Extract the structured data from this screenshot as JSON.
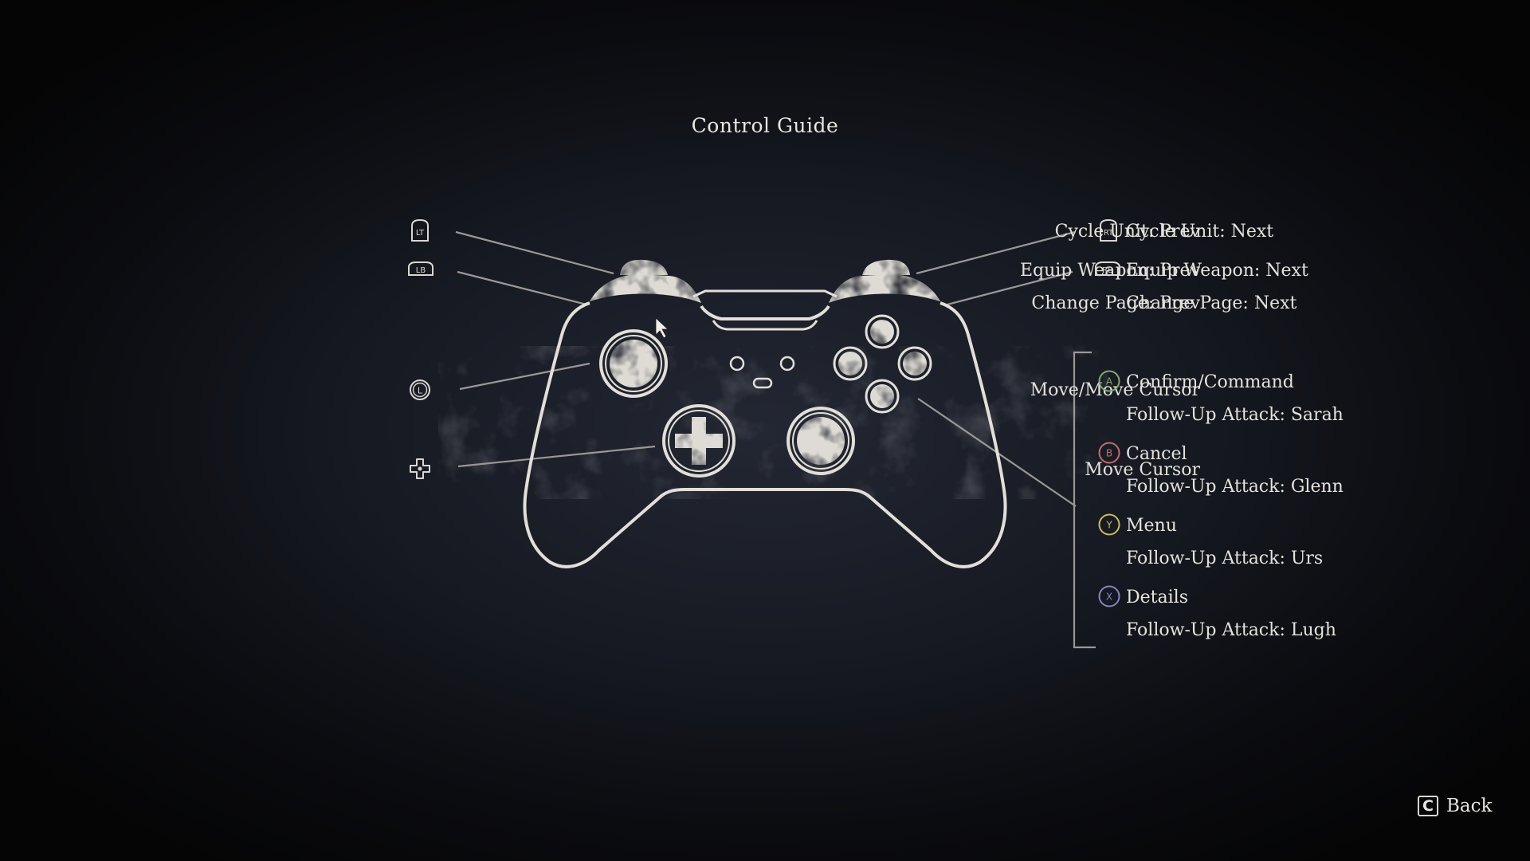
{
  "screen": {
    "title": "Control Guide"
  },
  "left_labels": {
    "lt": "Cycle Unit: Prev",
    "lb": "Equip Weapon: Prev",
    "lb2": "Change Page: Prev",
    "ls": "Move/Move Cursor",
    "dpad": "Move Cursor"
  },
  "right_labels": {
    "rt": "Cycle Unit: Next",
    "rb": "Equip Weapon: Next",
    "rb2": "Change Page: Next"
  },
  "face_buttons": [
    {
      "glyph": "A",
      "action": "Confirm/Command",
      "follow_up": "Follow-Up Attack: Sarah",
      "color": "#7fae6e"
    },
    {
      "glyph": "B",
      "action": "Cancel",
      "follow_up": "Follow-Up Attack: Glenn",
      "color": "#c26c68"
    },
    {
      "glyph": "Y",
      "action": "Menu",
      "follow_up": "Follow-Up Attack: Urs",
      "color": "#c9bd5e"
    },
    {
      "glyph": "X",
      "action": "Details",
      "follow_up": "Follow-Up Attack: Lugh",
      "color": "#7f88c2"
    }
  ],
  "glyphs": {
    "lt": "LT",
    "lb": "LB",
    "rt": "RT",
    "rb": "RB",
    "ls": "L"
  },
  "footer": {
    "back_key": "C",
    "back_label": "Back"
  },
  "icons": [
    "lt-trigger-icon",
    "lb-bumper-icon",
    "rt-trigger-icon",
    "rb-bumper-icon",
    "left-stick-icon",
    "dpad-icon",
    "a-button-icon",
    "b-button-icon",
    "y-button-icon",
    "x-button-icon",
    "controller-illustration",
    "mouse-cursor-icon"
  ]
}
